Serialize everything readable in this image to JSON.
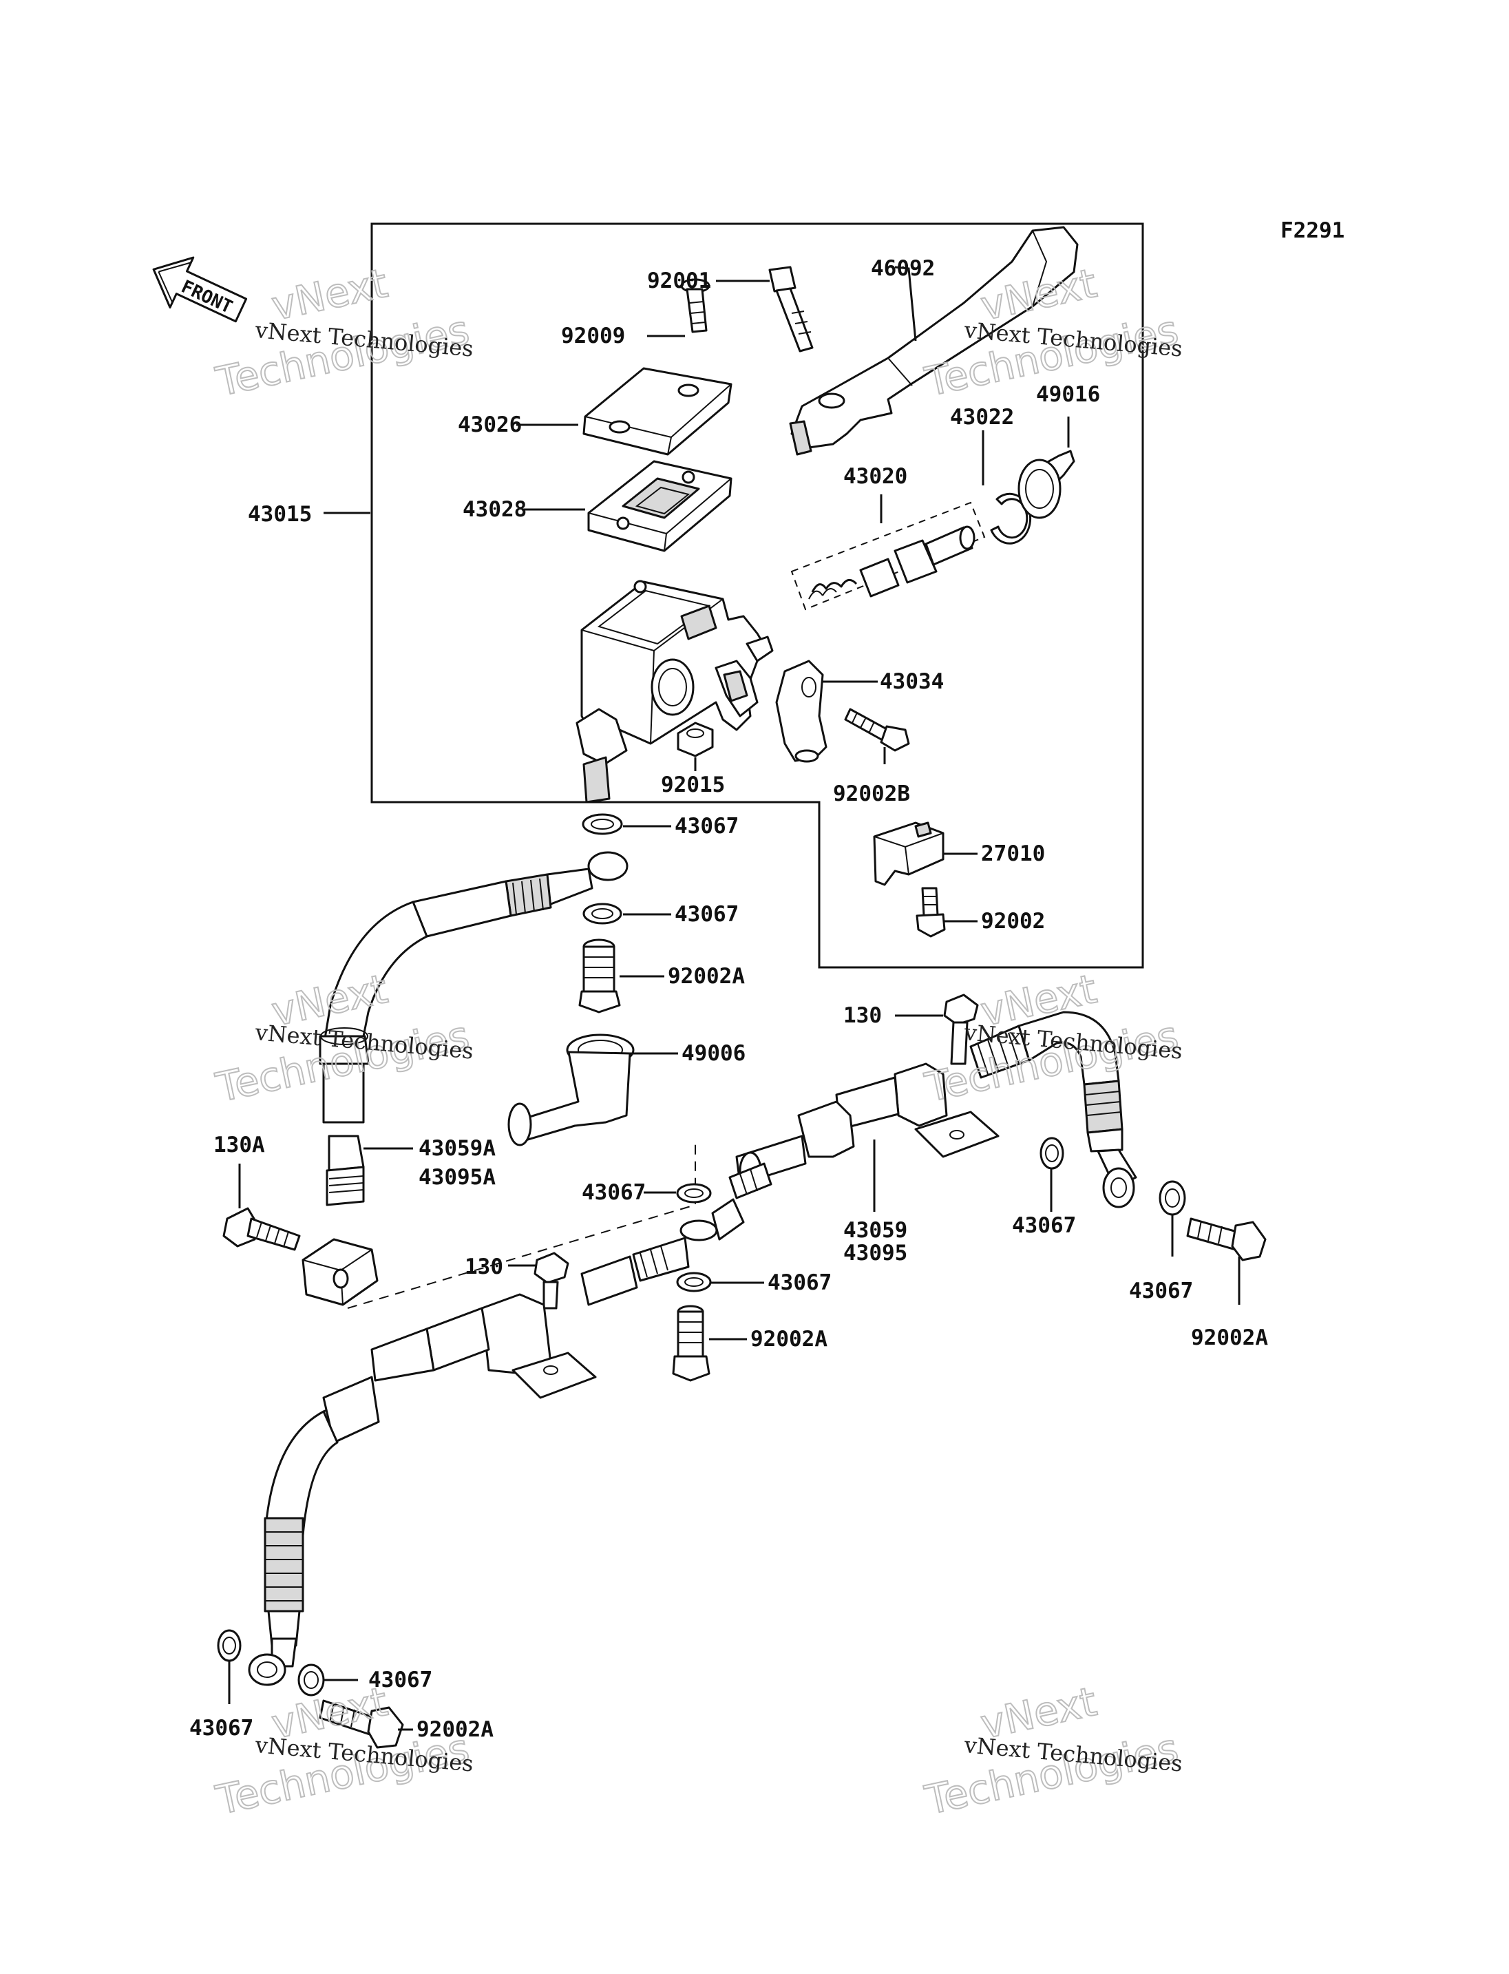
{
  "figure_code": "F2291",
  "front_label": "FRONT",
  "watermark": {
    "line1": "vNext",
    "line2": "Technologies"
  },
  "watermark_caption": "vNext Technologies",
  "labels": {
    "p92001": "92001",
    "p46092": "46092",
    "p92009": "92009",
    "p43026": "43026",
    "p43022": "43022",
    "p49016": "49016",
    "p43015": "43015",
    "p43028": "43028",
    "p43020": "43020",
    "p43034": "43034",
    "p92015": "92015",
    "p92002B": "92002B",
    "p43067_a": "43067",
    "p27010": "27010",
    "p43067_b": "43067",
    "p92002": "92002",
    "p92002A_a": "92002A",
    "p130_a": "130",
    "p49006": "49006",
    "p130A": "130A",
    "p43059A": "43059A",
    "p43095A": "43095A",
    "p43067_c": "43067",
    "p43059": "43059",
    "p43095": "43095",
    "p43067_d": "43067",
    "p43067_e": "43067",
    "p92002A_b": "92002A",
    "p130_b": "130",
    "p43067_f": "43067",
    "p92002A_c": "92002A",
    "p43067_g": "43067",
    "p43067_h": "43067",
    "p92002A_d": "92002A"
  }
}
